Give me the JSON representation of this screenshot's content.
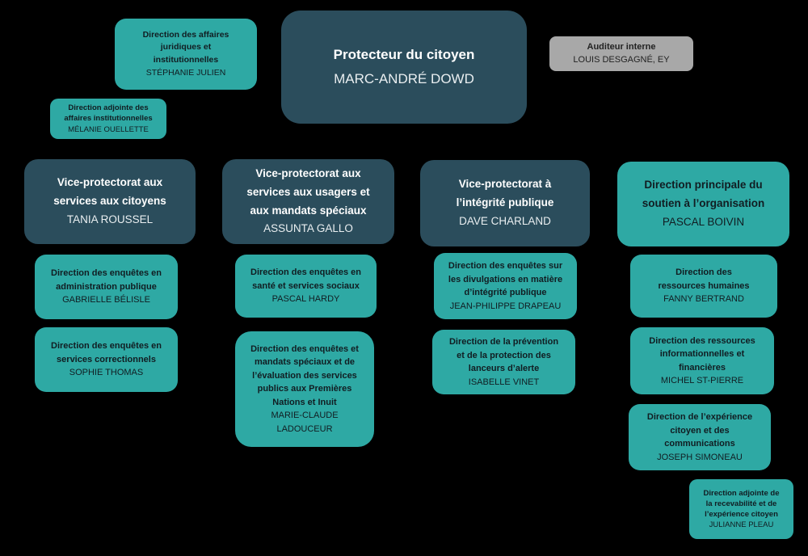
{
  "colors": {
    "background": "#000000",
    "dark_box": "#2B4D5C",
    "teal_box": "#2EA9A4",
    "gray_box": "#A8A8A8",
    "text_on_dark": "#FFFFFF",
    "text_on_teal": "#111D22"
  },
  "boxes": {
    "protecteur": {
      "title": "Protecteur du citoyen",
      "name": "MARC-ANDRÉ DOWD"
    },
    "affaires_juridiques": {
      "title": "Direction des affaires\njuridiques et\ninstitutionnelles",
      "name": "STÉPHANIE JULIEN"
    },
    "adjointe_institutionnelles": {
      "title": "Direction adjointe des\naffaires institutionnelles",
      "name": "MÉLANIE OUELLETTE"
    },
    "auditeur": {
      "title": "Auditeur interne",
      "name": "LOUIS DESGAGNÉ, EY"
    },
    "vp_citoyens": {
      "title": "Vice-protectorat aux\nservices aux citoyens",
      "name": "TANIA ROUSSEL"
    },
    "vp_usagers": {
      "title": "Vice-protectorat aux\nservices aux usagers et\naux mandats spéciaux",
      "name": "ASSUNTA GALLO"
    },
    "vp_integrite": {
      "title": "Vice-protectorat à\nl’intégrité publique",
      "name": "DAVE CHARLAND"
    },
    "soutien_org": {
      "title": "Direction principale du\nsoutien à l’organisation",
      "name": "PASCAL BOIVIN"
    },
    "enquetes_admin": {
      "title": "Direction des enquêtes en\nadministration publique",
      "name": "GABRIELLE BÉLISLE"
    },
    "enquetes_correctionnels": {
      "title": "Direction des enquêtes en\nservices correctionnels",
      "name": "SOPHIE THOMAS"
    },
    "enquetes_sante": {
      "title": "Direction des enquêtes en\nsanté et services sociaux",
      "name": "PASCAL HARDY"
    },
    "enquetes_mandats": {
      "title": "Direction des enquêtes et\nmandats spéciaux et de\nl’évaluation des services\npublics aux Premières\nNations et Inuit",
      "name": "MARIE-CLAUDE\nLADOUCEUR"
    },
    "enquetes_divulgations": {
      "title": "Direction des enquêtes sur\nles divulgations en matière\nd’intégrité publique",
      "name": "JEAN-PHILIPPE DRAPEAU"
    },
    "prevention": {
      "title": "Direction de la prévention\net de la protection des\nlanceurs d’alerte",
      "name": "ISABELLE VINET"
    },
    "rh": {
      "title": "Direction des\nressources humaines",
      "name": "FANNY BERTRAND"
    },
    "ri_finances": {
      "title": "Direction des ressources\ninformationnelles et\nfinancières",
      "name": "MICHEL ST-PIERRE"
    },
    "experience": {
      "title": "Direction de l’expérience\ncitoyen et des\ncommunications",
      "name": "JOSEPH SIMONEAU"
    },
    "adjointe_recevabilite": {
      "title": "Direction adjointe de\nla recevabilité et de\nl’expérience citoyen",
      "name": "JULIANNE PLEAU"
    }
  }
}
